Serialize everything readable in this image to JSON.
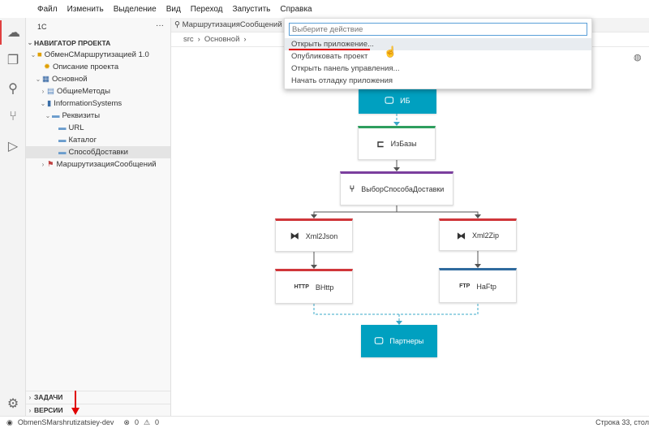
{
  "menu": [
    "Файл",
    "Изменить",
    "Выделение",
    "Вид",
    "Переход",
    "Запустить",
    "Справка"
  ],
  "sidebar": {
    "title": "1C",
    "more": "···",
    "navigator": "НАВИГАТОР ПРОЕКТА",
    "tree": [
      "ОбменСМаршрутизацией 1.0",
      "Описание проекта",
      "Основной",
      "ОбщиеМетоды",
      "InformationSystems",
      "Реквизиты",
      "URL",
      "Каталог",
      "СпособДоставки",
      "МаршрутизацияСообщений"
    ],
    "tasks": "ЗАДАЧИ",
    "versions": "ВЕРСИИ"
  },
  "editor": {
    "tab": "МаршрутизацияСообщений",
    "breadcrumb": [
      "src",
      "Основной"
    ]
  },
  "command_palette": {
    "placeholder": "Выберите действие",
    "items": [
      "Открыть приложение...",
      "Опубликовать проект",
      "Открыть панель управления...",
      "Начать отладку приложения"
    ]
  },
  "diagram": {
    "nodes": [
      "ИБ",
      "ИзБазы",
      "ВыборСпособаДоставки",
      "Xml2Json",
      "Xml2Zip",
      "ВHttp",
      "HaFtp",
      "Партнеры"
    ],
    "colors": {
      "teal": "#00a0c0",
      "green": "#2e9e5e",
      "purple": "#7b3f9e",
      "red": "#d0363a",
      "blue": "#2f6a9e"
    }
  },
  "status": {
    "branch": "ObmenSMarshrutizatsiey-dev",
    "errors": "0",
    "warnings": "0",
    "position": "Строка 33, стол"
  }
}
